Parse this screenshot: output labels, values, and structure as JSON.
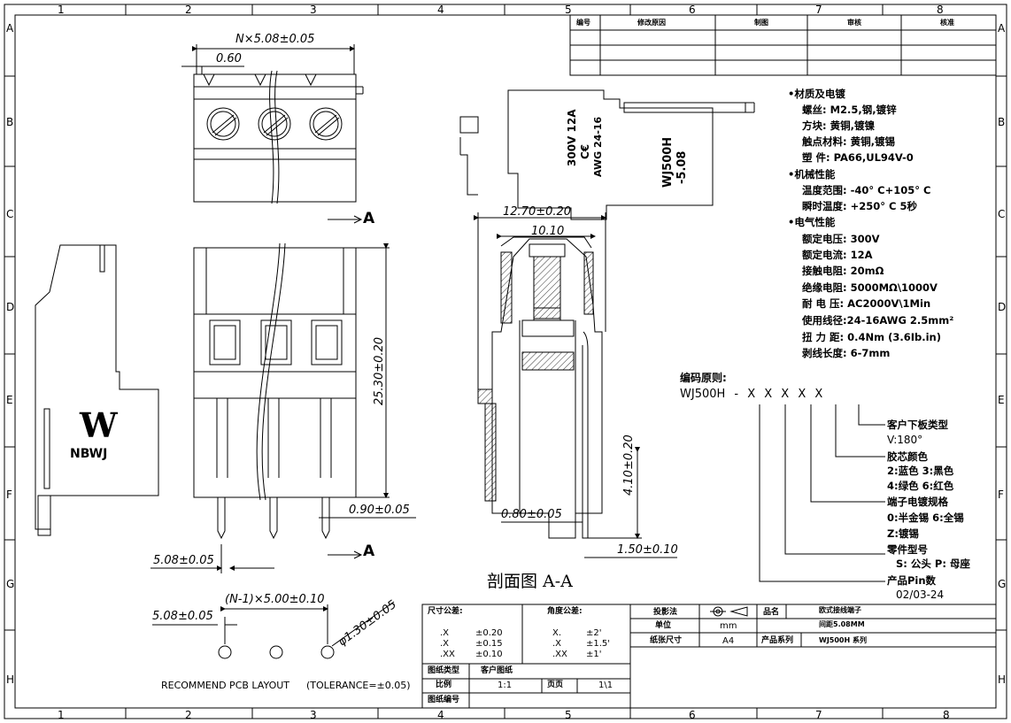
{
  "grid": {
    "columns": [
      "1",
      "2",
      "3",
      "4",
      "5",
      "6",
      "7",
      "8"
    ],
    "rows": [
      "A",
      "B",
      "C",
      "D",
      "E",
      "F",
      "G",
      "H"
    ]
  },
  "revision_table": {
    "headers": [
      "编号",
      "修改原因",
      "制图",
      "审核",
      "核准"
    ]
  },
  "side_view_label": {
    "line1": "300V 12A",
    "line2": "C€",
    "line3": "AWG 24-16",
    "model1": "WJ500H",
    "model2": "-5.08"
  },
  "logo": {
    "mark": "W",
    "text": "NBWJ"
  },
  "dimensions": {
    "pitch_n": "N×5.08±0.05",
    "offset_top": "0.60",
    "width_section": "12.70±0.20",
    "inner_width": "10.10",
    "height_total": "25.30±0.20",
    "pin_dia": "0.90±0.05",
    "pin_len": "4.10±0.20",
    "pin_offset": "0.80±0.05",
    "pin_thickness": "1.50±0.10",
    "left_offset": "5.08±0.05",
    "section_a": "A",
    "section_title": "剖面图 A-A"
  },
  "pcb_layout": {
    "pitch": "(N-1)×5.00±0.10",
    "left": "5.08±0.05",
    "hole": "φ1.30±0.05",
    "caption": "RECOMMEND PCB LAYOUT",
    "tolerance": "(TOLERANCE=±0.05)"
  },
  "specs": {
    "material_title": "•材质及电镀",
    "screw": "螺丝: M2.5,钢,镀锌",
    "block": "方块: 黄铜,镀镍",
    "contact": "触点材料: 黄铜,镀锡",
    "plastic": "塑  件: PA66,UL94V-0",
    "mech_title": "•机械性能",
    "temp_range": "温度范围: -40° C+105° C",
    "temp_instant": "瞬时温度: +250° C 5秒",
    "elec_title": "•电气性能",
    "voltage": "额定电压: 300V",
    "current": "额定电流: 12A",
    "contact_res": "接触电阻: 20mΩ",
    "insulation": "绝缘电阻: 5000MΩ\\1000V",
    "withstand": "耐 电 压: AC2000V\\1Min",
    "wire": "使用线径:24-16AWG 2.5mm²",
    "torque": "扭 力 距: 0.4Nm (3.6Ib.in)",
    "strip": "剥线长度: 6-7mm"
  },
  "code": {
    "title": "编码原则:",
    "pattern": "WJ500H - X  X  X  X  X",
    "board_title": "客户下板类型",
    "board_value": "V:180°",
    "color_title": "胶芯颜色",
    "color_1": "2:蓝色 3:黑色",
    "color_2": "4:绿色 6:红色",
    "plating_title": "端子电镀规格",
    "plating_1": "0:半金锡  6:全锡",
    "plating_2": "Z:镀锡",
    "part_title": "零件型号",
    "part_value": "S: 公头  P: 母座",
    "pin_title": "产品Pin数",
    "pin_value": "02/03-24"
  },
  "title_block": {
    "tol_title": "尺寸公差:",
    "tol_x": ".X",
    "tol_x_v": "±0.20",
    "tol_xx": ".X",
    "tol_xx_v": "±0.15",
    "tol_xxx": ".XX",
    "tol_xxx_v": "±0.10",
    "ang_title": "角度公差:",
    "ang_x": "X.",
    "ang_x_v": "±2'",
    "ang_xx": ".X",
    "ang_xx_v": "±1.5'",
    "ang_xxx": ".XX",
    "ang_xxx_v": "±1'",
    "proj_label": "投影法",
    "name_label": "品名",
    "name_value": "欧式接线端子",
    "name_value2": "间距5.08MM",
    "unit_label": "单位",
    "unit_value": "mm",
    "paper_label": "纸张尺寸",
    "paper_value": "A4",
    "series_label": "产品系列",
    "series_value": "WJ500H 系列",
    "drawing_type_label": "图纸类型",
    "drawing_type_value": "客户图纸",
    "scale_label": "比例",
    "scale_value": "1:1",
    "page_label": "页页",
    "page_value": "1\\1",
    "number_label": "图纸编号"
  }
}
